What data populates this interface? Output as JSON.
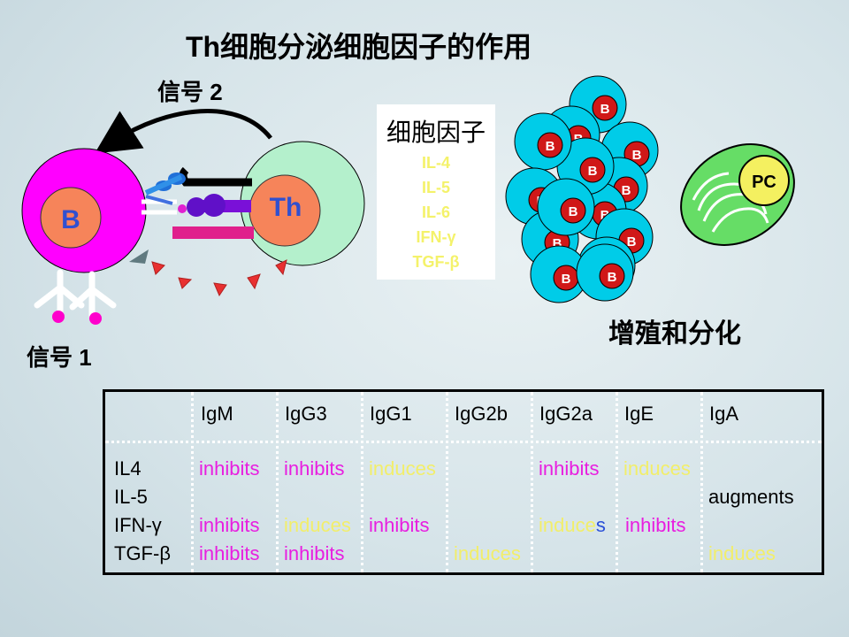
{
  "slide": {
    "title": "Th细胞分泌细胞因子的作用",
    "signal_2": "信号 2",
    "signal_1": "信号 1",
    "proliferation": "增殖和分化"
  },
  "cells": {
    "b_cell": "B",
    "th_cell": "Th",
    "plasma_cell": "PC",
    "cluster_cell": "B"
  },
  "cytokine_box": {
    "title": "细胞因子",
    "items": [
      "IL-4",
      "IL-5",
      "IL-6",
      "IFN-γ",
      "TGF-β"
    ]
  },
  "table": {
    "columns": [
      "IgM",
      "IgG3",
      "IgG1",
      "IgG2b",
      "IgG2a",
      "IgE",
      "IgA"
    ],
    "rows": [
      "IL4",
      "IL-5",
      "IFN-γ",
      "TGF-β"
    ],
    "cells": {
      "il4_igm": "inhibits",
      "il4_igg3": "inhibits",
      "il4_igg1": "induces",
      "il4_igg2a": "inhibits",
      "il4_ige": "induces",
      "il5_iga": "augments",
      "ifn_igm": "inhibits",
      "ifn_igg3": "induces",
      "ifn_igg1": "inhibits",
      "ifn_igg2a_main": "induce",
      "ifn_igg2a_tail": "s",
      "ifn_ige": "inhibits",
      "tgf_igm": "inhibits",
      "tgf_igg3": "inhibits",
      "tgf_igg2b": "induces",
      "tgf_iga": "induces"
    }
  },
  "colors": {
    "b_cell_outer": "#ff00ff",
    "b_cell_nucleus": "#f6845a",
    "th_cell": "#b4f0cc",
    "cluster_cell": "#00cce8",
    "cluster_nucleus": "#d01818",
    "plasma_cell": "#66dd66",
    "inhibits": "#e81ee0",
    "induces": "#f2ee6a"
  }
}
